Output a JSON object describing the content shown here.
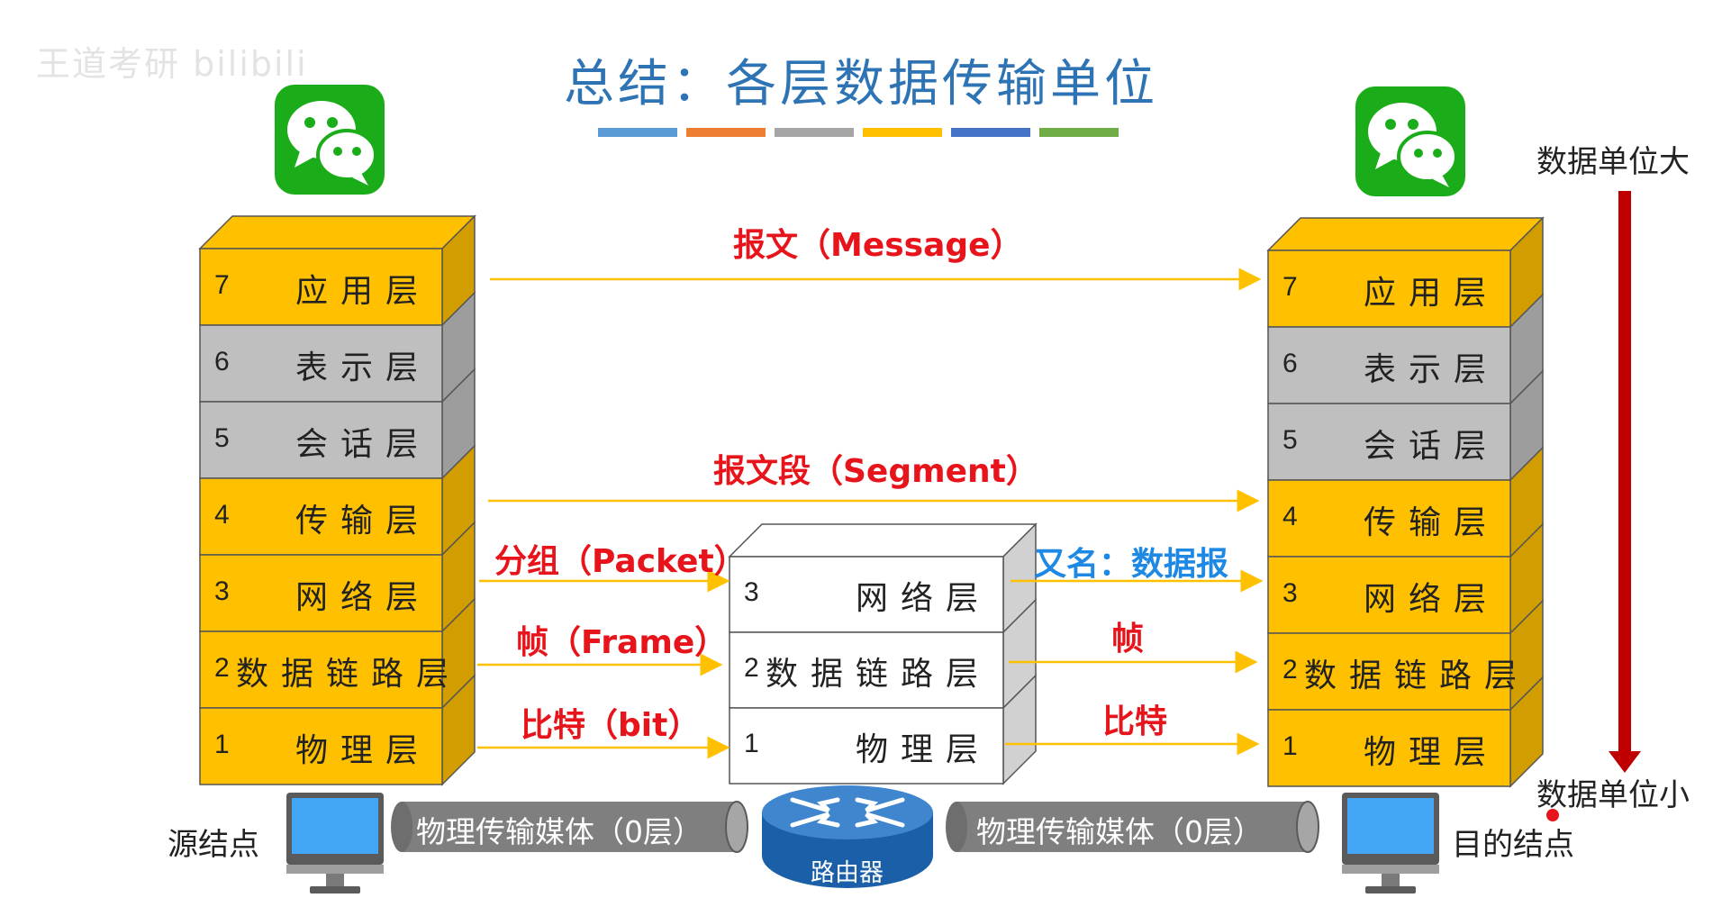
{
  "watermark": "王道考研 bilibili",
  "title": "总结：各层数据传输单位",
  "title_bar_colors": [
    "#5B9BD5",
    "#ED7D31",
    "#A5A5A5",
    "#FFC000",
    "#4472C4",
    "#70AD47"
  ],
  "colors": {
    "layer_yellow": "#FFC000",
    "layer_gray": "#BFBFBF",
    "router_box": "#FFFFFF",
    "unit_red": "#E8141B",
    "unit_blue": "#1E88E5",
    "arrow_yellow": "#FFC000",
    "big_arrow": "#C00000",
    "wechat_green": "#1AAD19",
    "media_gray": "#7F7F7F",
    "router_blue": "#1A5FA8"
  },
  "icons": [
    "wechat-icon",
    "computer-icon",
    "router-icon"
  ],
  "host_layers": [
    {
      "num": "7",
      "name": "应用层",
      "color": "yellow"
    },
    {
      "num": "6",
      "name": "表示层",
      "color": "gray"
    },
    {
      "num": "5",
      "name": "会话层",
      "color": "gray"
    },
    {
      "num": "4",
      "name": "传输层",
      "color": "yellow"
    },
    {
      "num": "3",
      "name": "网络层",
      "color": "yellow"
    },
    {
      "num": "2",
      "name": "数据链路层",
      "color": "yellow"
    },
    {
      "num": "1",
      "name": "物理层",
      "color": "yellow"
    }
  ],
  "router_layers": [
    {
      "num": "3",
      "name": "网络层"
    },
    {
      "num": "2",
      "name": "数据链路层"
    },
    {
      "num": "1",
      "name": "物理层"
    }
  ],
  "units": {
    "message": "报文（Message）",
    "segment": "报文段（Segment）",
    "packet": "分组（Packet）",
    "frame": "帧（Frame）",
    "bit": "比特（bit）",
    "packet_alias": "又名：数据报",
    "frame_right": "帧",
    "bit_right": "比特"
  },
  "size_scale": {
    "large": "数据单位大",
    "small": "数据单位小"
  },
  "nodes": {
    "source": "源结点",
    "destination": "目的结点",
    "router": "路由器"
  },
  "media": {
    "left": "物理传输媒体（0层）",
    "right": "物理传输媒体（0层）"
  }
}
